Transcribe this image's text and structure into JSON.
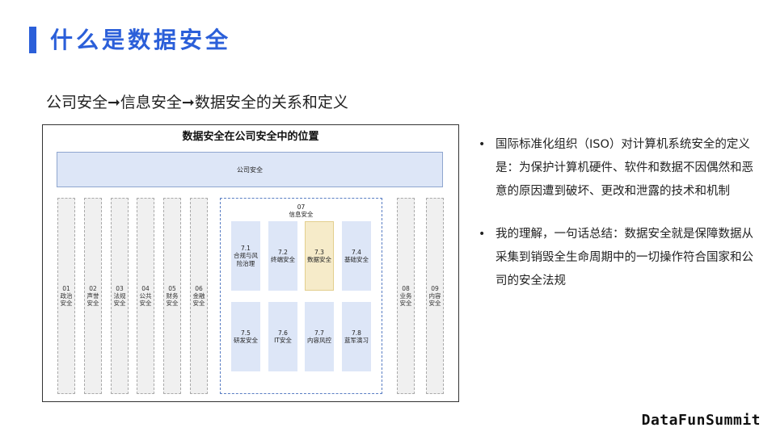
{
  "header": {
    "title": "什么是数据安全"
  },
  "subtitle": "公司安全➞信息安全➞数据安全的关系和定义",
  "diagram": {
    "title": "数据安全在公司安全中的位置",
    "company": "公司安全",
    "pillars_left": [
      {
        "num": "01",
        "label": "政治安全"
      },
      {
        "num": "02",
        "label": "声誉安全"
      },
      {
        "num": "03",
        "label": "法规安全"
      },
      {
        "num": "04",
        "label": "公共安全"
      },
      {
        "num": "05",
        "label": "财务安全"
      },
      {
        "num": "06",
        "label": "金融安全"
      }
    ],
    "info": {
      "num": "07",
      "label": "信息安全",
      "subs": [
        {
          "num": "7.1",
          "label": "合规与风险治理"
        },
        {
          "num": "7.2",
          "label": "终端安全"
        },
        {
          "num": "7.3",
          "label": "数据安全"
        },
        {
          "num": "7.4",
          "label": "基础安全"
        },
        {
          "num": "7.5",
          "label": "研发安全"
        },
        {
          "num": "7.6",
          "label": "IT安全"
        },
        {
          "num": "7.7",
          "label": "内容风控"
        },
        {
          "num": "7.8",
          "label": "蓝军演习"
        }
      ]
    },
    "pillars_right": [
      {
        "num": "08",
        "label": "业务安全"
      },
      {
        "num": "09",
        "label": "内容安全"
      }
    ],
    "colors": {
      "accent": "#2b5fd9",
      "box_fill": "#dde6f7",
      "highlight_fill": "#f6ebc9",
      "pillar_fill": "#f0f0f0"
    }
  },
  "bullets": [
    "国际标准化组织（ISO）对计算机系统安全的定义是：为保护计算机硬件、软件和数据不因偶然和恶意的原因遭到破坏、更改和泄露的技术和机制",
    "我的理解，一句话总结：数据安全就是保障数据从采集到销毁全生命周期中的一切操作符合国家和公司的安全法规"
  ],
  "brand": "DataFunSummit"
}
